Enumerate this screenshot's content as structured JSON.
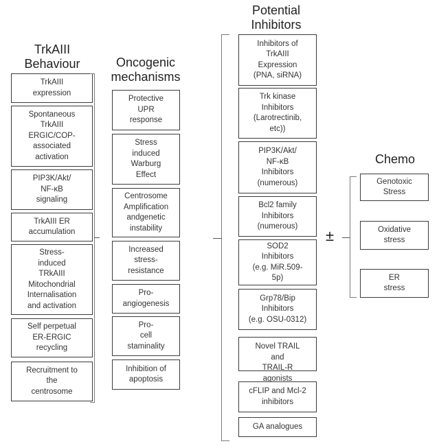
{
  "columns": {
    "behaviour": {
      "title": "TrkAIII\nBehaviour",
      "items": [
        "TrkAIII\nexpression",
        "Spontaneous\nTrkAIII\nERGIC/COP-\nassociated\nactivation",
        "PIP3K/Akt/\nNF-κB\nsignaling",
        "TrkAIII ER\naccumulation",
        "Stress-\ninduced\nTRkAIII\nMitochondrial\nInternalisation\nand activation",
        "Self perpetual\nER-ERGIC\nrecycling",
        "Recruitment to\nthe\ncentrosome"
      ]
    },
    "oncogenic": {
      "title": "Oncogenic\nmechanisms",
      "items": [
        "Protective\nUPR\nresponse",
        "Stress\ninduced\nWarburg\nEffect",
        "Centrosome\nAmplification\nandgenetic\ninstability",
        "Increased\nstress-\nresistance",
        "Pro-\nangiogenesis",
        "Pro-\ncell\nstaminality",
        "Inhibition of\napoptosis"
      ]
    },
    "inhibitors": {
      "title": "Potential\nInhibitors",
      "items": [
        "Inhibitors of\nTrkAIII\nExpression\n(PNA, siRNA)",
        "Trk kinase\nInhibitors\n(Larotrectinib,\netc))",
        "PIP3K/Akt/\nNF-κB\nInhibitors\n(numerous)",
        "Bcl2 family\nInhibitors\n(numerous)",
        "SOD2\nInhibitors\n(e.g. MiR.509-\n5p)",
        "Grp78/Bip\nInhibitors\n(e.g. OSU-0312)",
        "Novel TRAIL\nand\nTRAIL-R\nagonists",
        "cFLIP and Mcl-2\ninhibitors",
        "GA analogues"
      ]
    },
    "chemo": {
      "title": "Chemo",
      "items": [
        "Genotoxic\nStress",
        "Oxidative\nstress",
        "ER\nstress"
      ]
    }
  },
  "connector": {
    "plus_minus": "±"
  }
}
